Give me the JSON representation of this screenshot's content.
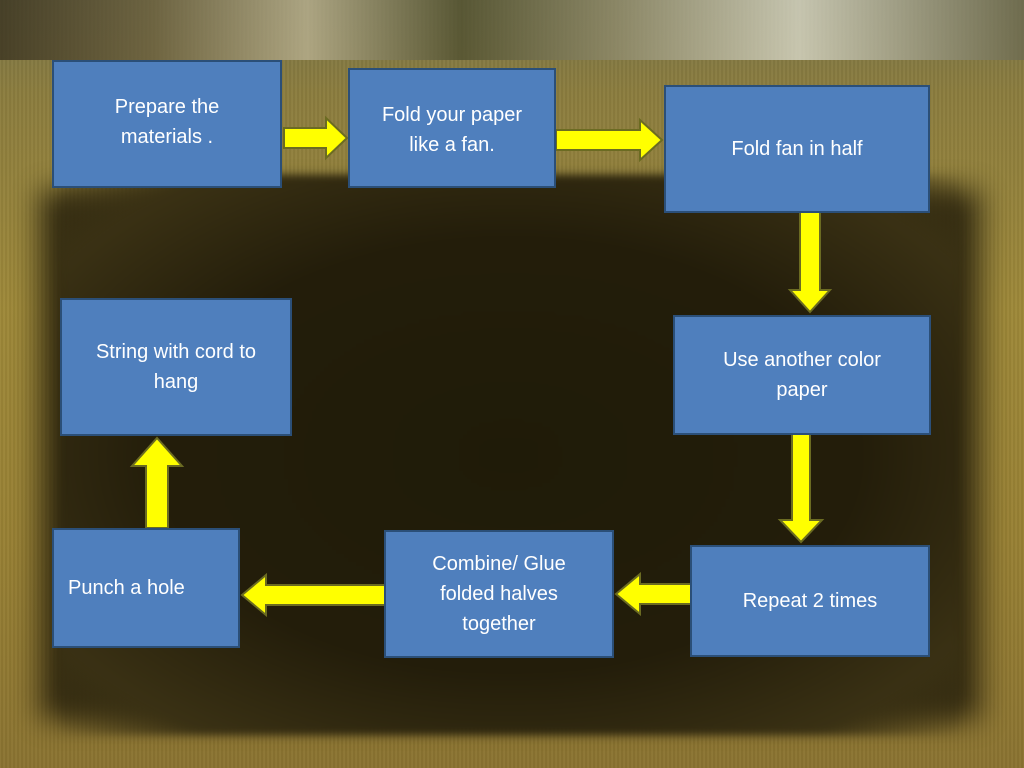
{
  "steps": {
    "s1": "Prepare the\nmaterials .",
    "s2": "Fold your paper\nlike a fan.",
    "s3": "Fold fan in half",
    "s4": "Use  another  color\npaper",
    "s5": "Repeat 2 times",
    "s6": "Combine/ Glue\nfolded halves\ntogether",
    "s7": "Punch a hole",
    "s8": "String with cord to\nhang"
  },
  "colors": {
    "box_fill": "#4f7fbd",
    "box_border": "#2b4f78",
    "arrow_fill": "#ffff00",
    "arrow_stroke": "#6b6b22"
  },
  "arrows": [
    {
      "from": "s1",
      "to": "s2",
      "direction": "right"
    },
    {
      "from": "s2",
      "to": "s3",
      "direction": "right"
    },
    {
      "from": "s3",
      "to": "s4",
      "direction": "down"
    },
    {
      "from": "s4",
      "to": "s5",
      "direction": "down"
    },
    {
      "from": "s5",
      "to": "s6",
      "direction": "left"
    },
    {
      "from": "s6",
      "to": "s7",
      "direction": "left"
    },
    {
      "from": "s7",
      "to": "s8",
      "direction": "up"
    }
  ]
}
